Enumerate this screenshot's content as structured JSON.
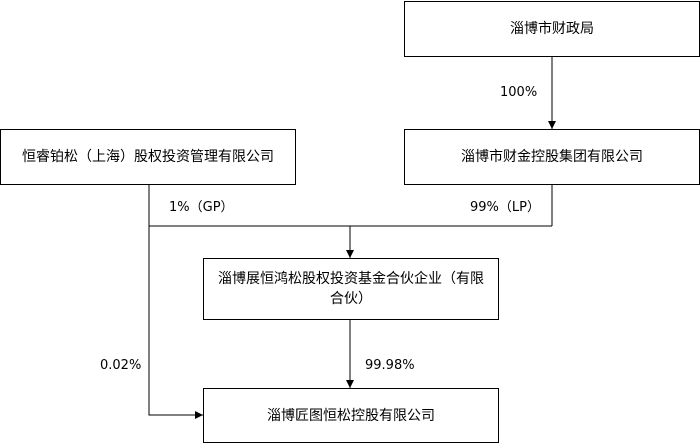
{
  "nodes": {
    "finance_bureau": "淄博市财政局",
    "hengrui_bosong": "恒睿铂松（上海）股权投资管理有限公司",
    "finance_holding": "淄博市财金控股集团有限公司",
    "fund": "淄博展恒鸿松股权投资基金合伙企业（有限合伙）",
    "target": "淄博匠图恒松控股有限公司"
  },
  "edges": {
    "bureau_to_holding": "100%",
    "hengrui_to_fund": "1%（GP）",
    "holding_to_fund": "99%（LP）",
    "fund_to_target": "99.98%",
    "hengrui_to_target": "0.02%"
  }
}
